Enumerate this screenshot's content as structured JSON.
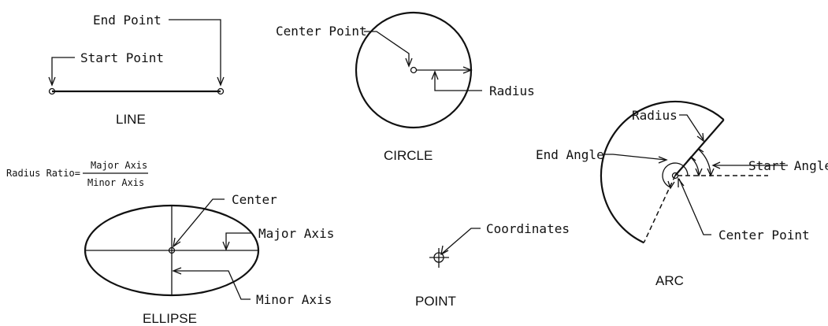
{
  "line": {
    "title": "LINE",
    "end_point": "End Point",
    "start_point": "Start Point"
  },
  "circle": {
    "title": "CIRCLE",
    "center_point": "Center Point",
    "radius": "Radius"
  },
  "arc": {
    "title": "ARC",
    "radius": "Radius",
    "end_angle": "End Angle",
    "start_angle": "Start Angle",
    "center_point": "Center Point"
  },
  "ellipse": {
    "title": "ELLIPSE",
    "ratio_label": "Radius Ratio=",
    "ratio_numerator": "Major Axis",
    "ratio_denominator": "Minor Axis",
    "center": "Center",
    "major_axis": "Major Axis",
    "minor_axis": "Minor Axis"
  },
  "point": {
    "title": "POINT",
    "coordinates": "Coordinates"
  }
}
